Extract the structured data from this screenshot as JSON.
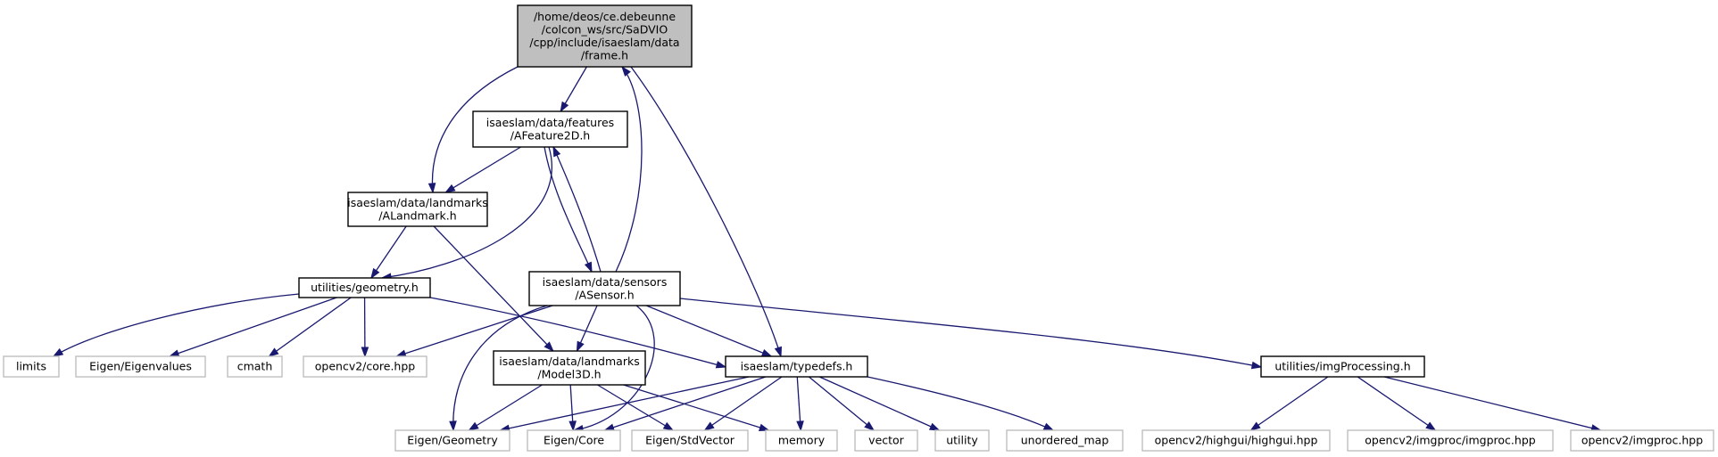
{
  "colors": {
    "edge": "#191970",
    "root_fill": "#bfbfbf",
    "node_border_local": "#000000",
    "node_border_system": "#bfbfbf"
  },
  "nodes": {
    "frame": {
      "lines": [
        "/home/deos/ce.debeunne",
        "/colcon_ws/src/SaDVIO",
        "/cpp/include/isaeslam/data",
        "/frame.h"
      ],
      "kind": "root"
    },
    "afeature2d": {
      "lines": [
        "isaeslam/data/features",
        "/AFeature2D.h"
      ],
      "kind": "local"
    },
    "alandmark": {
      "lines": [
        "isaeslam/data/landmarks",
        "/ALandmark.h"
      ],
      "kind": "local"
    },
    "asensor": {
      "lines": [
        "isaeslam/data/sensors",
        "/ASensor.h"
      ],
      "kind": "local"
    },
    "geometry": {
      "lines": [
        "utilities/geometry.h"
      ],
      "kind": "local"
    },
    "model3d": {
      "lines": [
        "isaeslam/data/landmarks",
        "/Model3D.h"
      ],
      "kind": "local"
    },
    "typedefs": {
      "lines": [
        "isaeslam/typedefs.h"
      ],
      "kind": "local"
    },
    "imgprocessing": {
      "lines": [
        "utilities/imgProcessing.h"
      ],
      "kind": "local"
    },
    "limits": {
      "lines": [
        "limits"
      ],
      "kind": "system"
    },
    "eigenvalues": {
      "lines": [
        "Eigen/Eigenvalues"
      ],
      "kind": "system"
    },
    "cmath": {
      "lines": [
        "cmath"
      ],
      "kind": "system"
    },
    "opencv_core": {
      "lines": [
        "opencv2/core.hpp"
      ],
      "kind": "system"
    },
    "eigen_geometry": {
      "lines": [
        "Eigen/Geometry"
      ],
      "kind": "system"
    },
    "eigen_core": {
      "lines": [
        "Eigen/Core"
      ],
      "kind": "system"
    },
    "eigen_stdvector": {
      "lines": [
        "Eigen/StdVector"
      ],
      "kind": "system"
    },
    "memory": {
      "lines": [
        "memory"
      ],
      "kind": "system"
    },
    "vector": {
      "lines": [
        "vector"
      ],
      "kind": "system"
    },
    "utility": {
      "lines": [
        "utility"
      ],
      "kind": "system"
    },
    "unordered_map": {
      "lines": [
        "unordered_map"
      ],
      "kind": "system"
    },
    "highgui": {
      "lines": [
        "opencv2/highgui/highgui.hpp"
      ],
      "kind": "system"
    },
    "imgproc_imgproc": {
      "lines": [
        "opencv2/imgproc/imgproc.hpp"
      ],
      "kind": "system"
    },
    "imgproc": {
      "lines": [
        "opencv2/imgproc.hpp"
      ],
      "kind": "system"
    }
  },
  "edges": [
    [
      "frame",
      "afeature2d"
    ],
    [
      "frame",
      "alandmark"
    ],
    [
      "frame",
      "typedefs"
    ],
    [
      "afeature2d",
      "alandmark"
    ],
    [
      "afeature2d",
      "geometry"
    ],
    [
      "afeature2d",
      "asensor"
    ],
    [
      "asensor",
      "afeature2d"
    ],
    [
      "asensor",
      "frame"
    ],
    [
      "alandmark",
      "geometry"
    ],
    [
      "alandmark",
      "model3d"
    ],
    [
      "geometry",
      "limits"
    ],
    [
      "geometry",
      "eigenvalues"
    ],
    [
      "geometry",
      "cmath"
    ],
    [
      "geometry",
      "opencv_core"
    ],
    [
      "geometry",
      "typedefs"
    ],
    [
      "asensor",
      "opencv_core"
    ],
    [
      "asensor",
      "model3d"
    ],
    [
      "asensor",
      "typedefs"
    ],
    [
      "asensor",
      "eigen_geometry"
    ],
    [
      "asensor",
      "eigen_core"
    ],
    [
      "asensor",
      "imgprocessing"
    ],
    [
      "model3d",
      "eigen_geometry"
    ],
    [
      "model3d",
      "eigen_core"
    ],
    [
      "model3d",
      "eigen_stdvector"
    ],
    [
      "model3d",
      "memory"
    ],
    [
      "typedefs",
      "eigen_geometry"
    ],
    [
      "typedefs",
      "eigen_core"
    ],
    [
      "typedefs",
      "eigen_stdvector"
    ],
    [
      "typedefs",
      "memory"
    ],
    [
      "typedefs",
      "vector"
    ],
    [
      "typedefs",
      "utility"
    ],
    [
      "typedefs",
      "unordered_map"
    ],
    [
      "imgprocessing",
      "highgui"
    ],
    [
      "imgprocessing",
      "imgproc_imgproc"
    ],
    [
      "imgprocessing",
      "imgproc"
    ]
  ]
}
